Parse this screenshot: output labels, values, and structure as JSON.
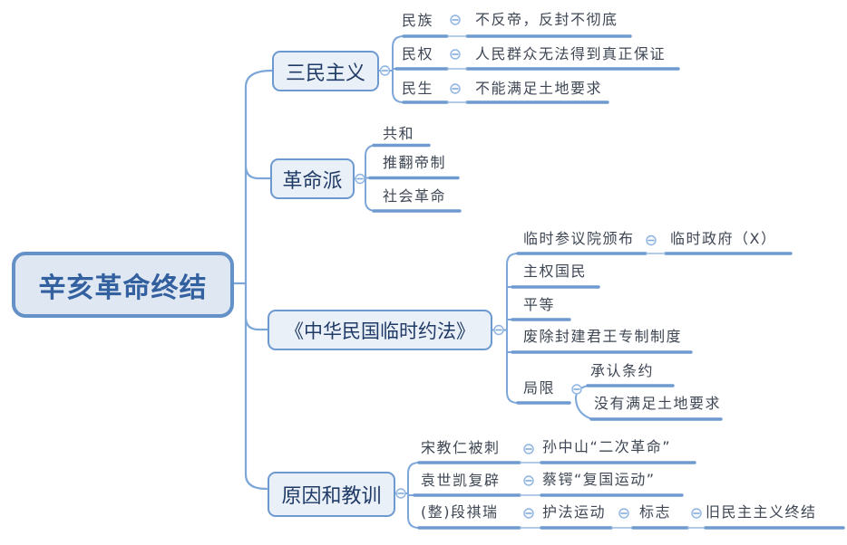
{
  "colors": {
    "connector": "#7da7d9",
    "underline": "#6f9ad0",
    "thin_link": "#9bbbe4",
    "box_border": "#6d99d1",
    "box_fill": "#eaf0f8",
    "root_border": "#6492c8",
    "root_fill": "#dfe7f3",
    "root_text": "#33609f",
    "box_text": "#1f3a66",
    "topic_text": "#3f4754"
  },
  "mindmap": {
    "root": {
      "label": "辛亥革命终结"
    },
    "branches": [
      {
        "label": "三民主义",
        "children": [
          {
            "label": "民族",
            "children": [
              {
                "label": "不反帝，反封不彻底"
              }
            ]
          },
          {
            "label": "民权",
            "children": [
              {
                "label": "人民群众无法得到真正保证"
              }
            ]
          },
          {
            "label": "民生",
            "children": [
              {
                "label": "不能满足土地要求"
              }
            ]
          }
        ]
      },
      {
        "label": "革命派",
        "children": [
          {
            "label": "共和"
          },
          {
            "label": "推翻帝制"
          },
          {
            "label": "社会革命"
          }
        ]
      },
      {
        "label": "《中华民国临时约法》",
        "children": [
          {
            "label": "临时参议院颁布",
            "children": [
              {
                "label": "临时政府（X）"
              }
            ]
          },
          {
            "label": "主权国民"
          },
          {
            "label": "平等"
          },
          {
            "label": "废除封建君王专制制度"
          },
          {
            "label": "局限",
            "children": [
              {
                "label": "承认条约"
              },
              {
                "label": "没有满足土地要求"
              }
            ]
          }
        ]
      },
      {
        "label": "原因和教训",
        "children": [
          {
            "label": "宋教仁被刺",
            "children": [
              {
                "label": "孙中山“二次革命”"
              }
            ]
          },
          {
            "label": "袁世凯复辟",
            "children": [
              {
                "label": "蔡锷“复国运动”"
              }
            ]
          },
          {
            "label": "(整)段祺瑞",
            "children": [
              {
                "label": "护法运动",
                "children": [
                  {
                    "label": "标志",
                    "children": [
                      {
                        "label": "旧民主主义终结"
                      }
                    ]
                  }
                ]
              }
            ]
          }
        ]
      }
    ]
  }
}
